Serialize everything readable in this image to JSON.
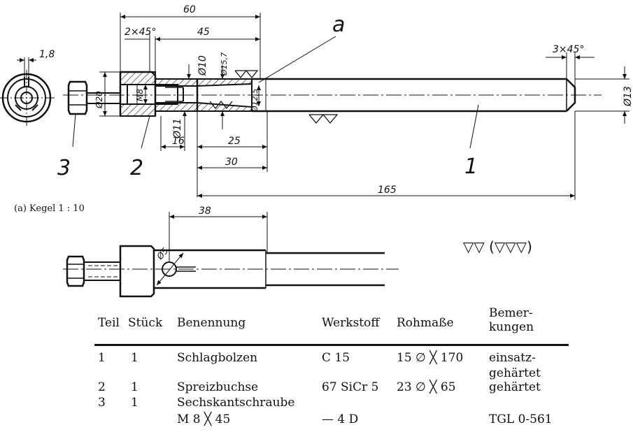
{
  "drawing": {
    "dims": {
      "d60": "60",
      "d2x45": "2×45°",
      "d45": "45",
      "d1_8": "1,8",
      "d3x45": "3×45°",
      "dia10": "Ø10",
      "dia15_7": "Ø15,7",
      "dia20": "Ø20",
      "m8": "M8",
      "dia12_5": "Ø12,5",
      "dia11": "Ø11",
      "d16": "16",
      "d25": "25",
      "d30": "30",
      "d165": "165",
      "dia13": "Ø13",
      "d38": "38",
      "dia5": "Ø5"
    },
    "labels": {
      "a": "a",
      "part3": "3",
      "part2": "2",
      "part1": "1"
    },
    "note": "(a)  Kegel 1 : 10",
    "surface_legend": "▽▽ (▽▽▽)"
  },
  "table": {
    "headers": {
      "teil": "Teil",
      "stueck": "Stück",
      "benennung": "Benennung",
      "werkstoff": "Werkstoff",
      "rohmasse": "Rohmaße",
      "bemerkungen_1": "Bemer-",
      "bemerkungen_2": "kungen"
    },
    "rows": [
      {
        "teil": "1",
        "stueck": "1",
        "benennung": "Schlagbolzen",
        "werkstoff": "C 15",
        "rohmasse": "15 ∅ ╳ 170",
        "bem1": "einsatz-",
        "bem2": "gehärtet"
      },
      {
        "teil": "2",
        "stueck": "1",
        "benennung": "Spreizbuchse",
        "werkstoff": "67 SiCr 5",
        "rohmasse": "23 ∅ ╳ 65",
        "bem1": "gehärtet",
        "bem2": ""
      },
      {
        "teil": "3",
        "stueck": "1",
        "benennung": "Sechskantschraube",
        "benennung2": "M 8 ╳ 45",
        "werkstoff": "— 4 D",
        "rohmasse": "",
        "bem1": "TGL 0-561",
        "bem2": ""
      }
    ]
  }
}
